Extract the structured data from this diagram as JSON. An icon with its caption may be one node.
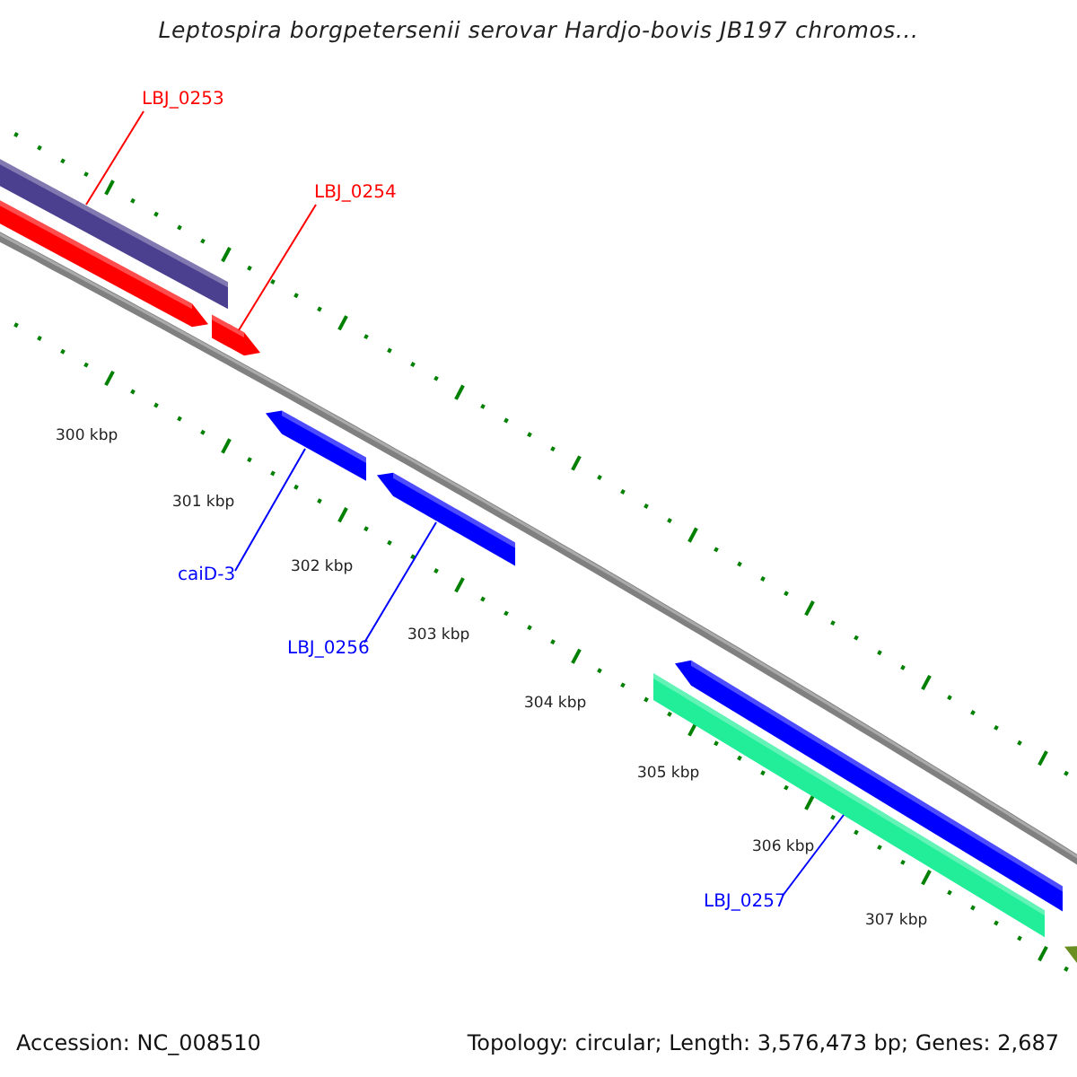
{
  "diagram": {
    "title": "Leptospira borgpetersenii serovar Hardjo-bovis JB197 chromos...",
    "nodes": [
      {
        "text": [
          "LBJ_0253"
        ]
      },
      {
        "text": [
          "LBJ_0254"
        ]
      },
      {
        "text": [
          "caiD-3"
        ]
      },
      {
        "text": [
          "LBJ_0256"
        ]
      },
      {
        "text": [
          "LBJ_0257"
        ]
      },
      {
        "text": [],
        "shape": "bar"
      },
      {
        "text": [],
        "shape": "bar"
      },
      {
        "text": [],
        "shape": "bar"
      },
      {
        "text": [],
        "shape": "bar"
      },
      {
        "text": [],
        "shape": "bar"
      },
      {
        "text": [],
        "shape": "bar"
      },
      {
        "text": [],
        "shape": "bar"
      },
      {
        "text": [],
        "shape": "bar"
      }
    ],
    "edges": [
      {
        "from": 0,
        "to": 5,
        "arrow": "none",
        "color": "#ff0000"
      },
      {
        "from": 1,
        "to": 7,
        "arrow": "none",
        "color": "#ff0000"
      },
      {
        "from": 2,
        "to": 8,
        "arrow": "none"
      },
      {
        "from": 3,
        "to": 9,
        "arrow": "none"
      },
      {
        "from": 4,
        "to": 11,
        "arrow": "none"
      }
    ],
    "labels": [
      "300 kbp",
      "301 kbp",
      "302 kbp",
      "303 kbp",
      "304 kbp",
      "305 kbp",
      "306 kbp",
      "307 kbp",
      "Accession: NC_008510",
      "Topology: circular; Length: 3,576,473 bp; Genes: 2,687"
    ]
  }
}
